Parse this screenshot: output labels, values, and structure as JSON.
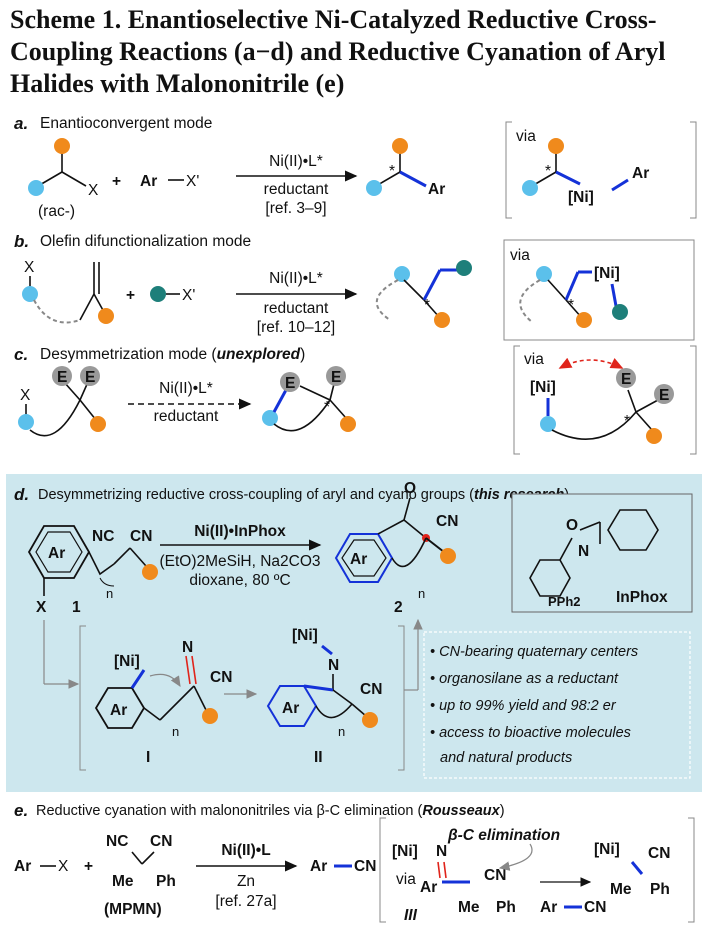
{
  "title": "Scheme 1. Enantioselective Ni-Catalyzed Reductive Cross-Coupling Reactions (a−d) and Reductive Cyanation of Aryl Halides with Malononitrile (e)",
  "colors": {
    "orange": "#F08A1C",
    "lightblue": "#5BC0EB",
    "teal": "#1E7F7A",
    "bond_blue": "#1432D8",
    "red": "#E0241B",
    "magenta": "#E020D0",
    "gray": "#999999",
    "panel_bg": "#CDE7EE"
  },
  "section_a": {
    "letter": "a.",
    "heading": "Enantioconvergent mode",
    "rac_label": "(rac-)",
    "x_label": "X",
    "plus": "+",
    "ar": "Ar",
    "xp": "X'",
    "cat": "Ni(II)•L*",
    "reductant": "reductant",
    "ref": "[ref. 3–9]",
    "product_ar": "Ar",
    "via": "via",
    "ni": "[Ni]",
    "via_ar": "Ar",
    "star": "*"
  },
  "section_b": {
    "letter": "b.",
    "heading": "Olefin difunctionalization mode",
    "x_label": "X",
    "plus": "+",
    "xp": "X'",
    "cat": "Ni(II)•L*",
    "reductant": "reductant",
    "ref": "[ref. 10–12]",
    "via": "via",
    "ni": "[Ni]",
    "star": "*"
  },
  "section_c": {
    "letter": "c.",
    "heading_pre": "Desymmetrization mode (",
    "heading_em": "unexplored",
    "heading_post": ")",
    "x_label": "X",
    "e": "E",
    "cat": "Ni(II)•L*",
    "reductant": "reductant",
    "via": "via",
    "ni": "[Ni]",
    "star": "*"
  },
  "section_d": {
    "letter": "d.",
    "heading_pre": "Desymmetrizing reductive cross-coupling of aryl and cyano groups (",
    "heading_em": "this research",
    "heading_post": ")",
    "ar": "Ar",
    "nc": "NC",
    "cn": "CN",
    "n": "n",
    "x_label": "X",
    "cmpd1": "1",
    "cmpd2": "2",
    "cat": "Ni(II)•InPhox",
    "cond1": "(EtO)2MeSiH, Na2CO3",
    "cond2": "dioxane, 80 ºC",
    "o": "O",
    "ligand_o": "O",
    "ligand_n": "N",
    "ligand_p": "PPh2",
    "ligand_name": "InPhox",
    "ni": "[Ni]",
    "int1": "I",
    "int2": "II",
    "imine_n": "N",
    "bullets": [
      "CN-bearing quaternary centers",
      "organosilane as a reductant",
      "up to 99% yield and 98:2 er",
      "access to bioactive molecules",
      "and natural products"
    ]
  },
  "section_e": {
    "letter": "e.",
    "heading_pre": "Reductive cyanation with malononitriles via β-C elimination (",
    "heading_em": "Rousseaux",
    "heading_post": ")",
    "ar": "Ar",
    "x_label": "X",
    "plus": "+",
    "nc": "NC",
    "cn": "CN",
    "me": "Me",
    "ph": "Ph",
    "mpmn": "(MPMN)",
    "cat": "Ni(II)•L",
    "zn": "Zn",
    "ref": "[ref. 27a]",
    "prod_ar": "Ar",
    "prod_cn": "CN",
    "elim": "β-C elimination",
    "ni": "[Ni]",
    "n": "N",
    "via": "via",
    "int3": "III",
    "out_ar": "Ar",
    "out_cn": "CN",
    "ni2": "[Ni]",
    "cn2": "CN",
    "me2": "Me",
    "ph2": "Ph"
  }
}
